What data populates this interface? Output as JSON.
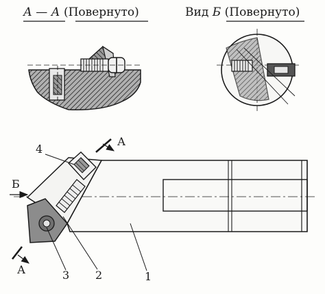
{
  "section_title": {
    "letters": "А — А",
    "note": "(Повернуто)"
  },
  "view_title": {
    "word": "Вид",
    "letter": "Б",
    "note": "(Повернуто)"
  },
  "callouts": {
    "section_mark_top": "А",
    "section_mark_bottom": "А",
    "view_arrow": "Б",
    "part_1": "1",
    "part_2": "2",
    "part_3": "3",
    "part_4": "4"
  },
  "colors": {
    "ink": "#1a1a1a",
    "hatch_fill": "#7a7a7a",
    "insert_fill": "#8c8c8c",
    "background": "#fdfdfb"
  }
}
